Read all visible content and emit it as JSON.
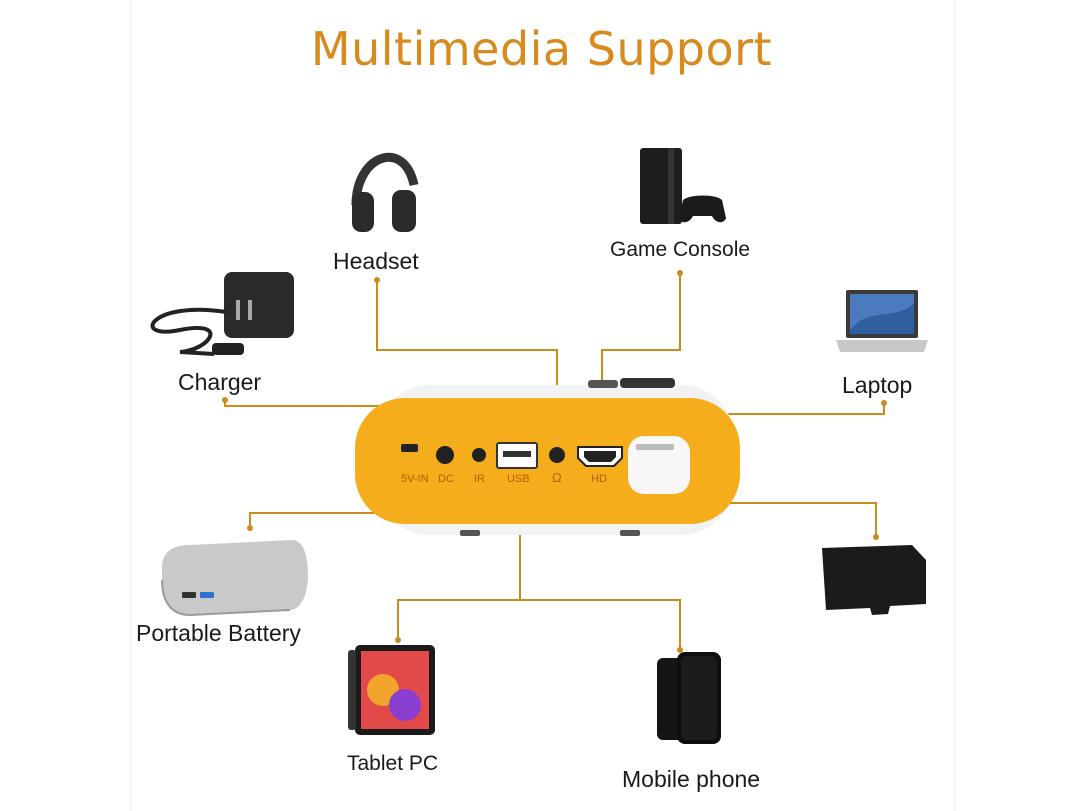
{
  "title": "Multimedia Support",
  "devices": {
    "headset": "Headset",
    "game_console": "Game Console",
    "charger": "Charger",
    "laptop": "Laptop",
    "portable_battery": "Portable Battery",
    "tablet_pc": "Tablet PC",
    "mobile_phone": "Mobile phone"
  },
  "ports": {
    "five_v_in": "5V-IN",
    "dc": "DC",
    "ir": "IR",
    "usb": "USB",
    "hd": "HD"
  },
  "colors": {
    "title": "#d98a1e",
    "connector": "#c98d1c",
    "projector": "#f5ad1c"
  }
}
